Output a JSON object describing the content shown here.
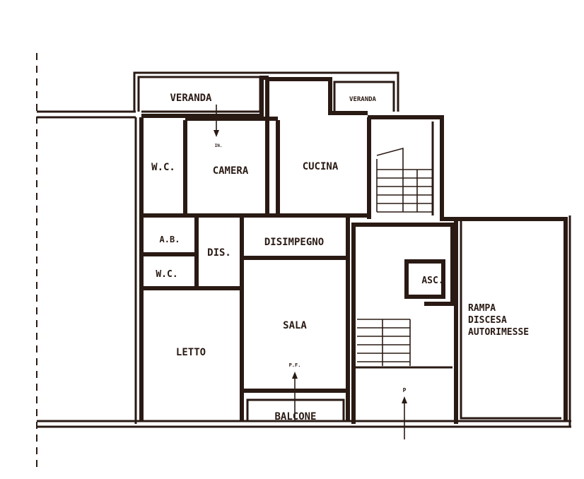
{
  "title": "Floor plan",
  "rooms": {
    "veranda_left": "VERANDA",
    "veranda_right": "VERANDA",
    "wc_top": "W.C.",
    "camera": "CAMERA",
    "cucina": "CUCINA",
    "ab": "A.B.",
    "dis": "DIS.",
    "disimpegno": "DISIMPEGNO",
    "wc_bottom": "W.C.",
    "asc": "ASC.",
    "sala": "SALA",
    "letto": "LETTO",
    "rampa": [
      "RAMPA",
      "DISCESA",
      "AUTORIMESSE"
    ],
    "balcone": "BALCONE"
  },
  "annotations": {
    "camera_entry": "IN.",
    "sala_entry": "P.F.",
    "main_entry": "P"
  }
}
